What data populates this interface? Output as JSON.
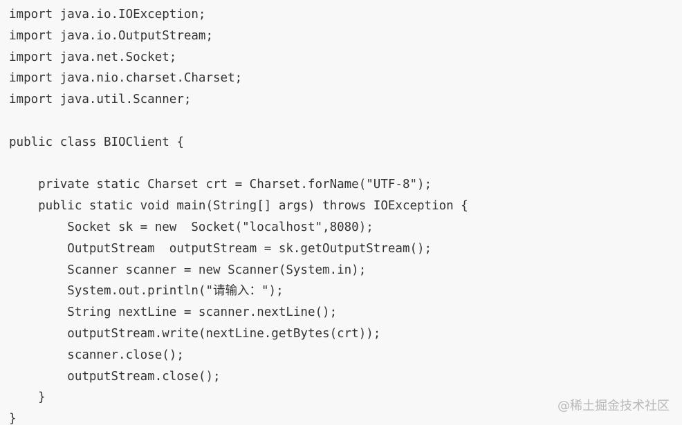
{
  "code": {
    "lines": [
      "import java.io.IOException;",
      "import java.io.OutputStream;",
      "import java.net.Socket;",
      "import java.nio.charset.Charset;",
      "import java.util.Scanner;",
      "",
      "public class BIOClient {",
      "",
      "    private static Charset crt = Charset.forName(\"UTF-8\");",
      "    public static void main(String[] args) throws IOException {",
      "        Socket sk = new  Socket(\"localhost\",8080);",
      "        OutputStream  outputStream = sk.getOutputStream();",
      "        Scanner scanner = new Scanner(System.in);",
      "        System.out.println(\"请输入：\");",
      "        String nextLine = scanner.nextLine();",
      "        outputStream.write(nextLine.getBytes(crt));",
      "        scanner.close();",
      "        outputStream.close();",
      "    }",
      "}"
    ]
  },
  "watermark": "@稀土掘金技术社区"
}
